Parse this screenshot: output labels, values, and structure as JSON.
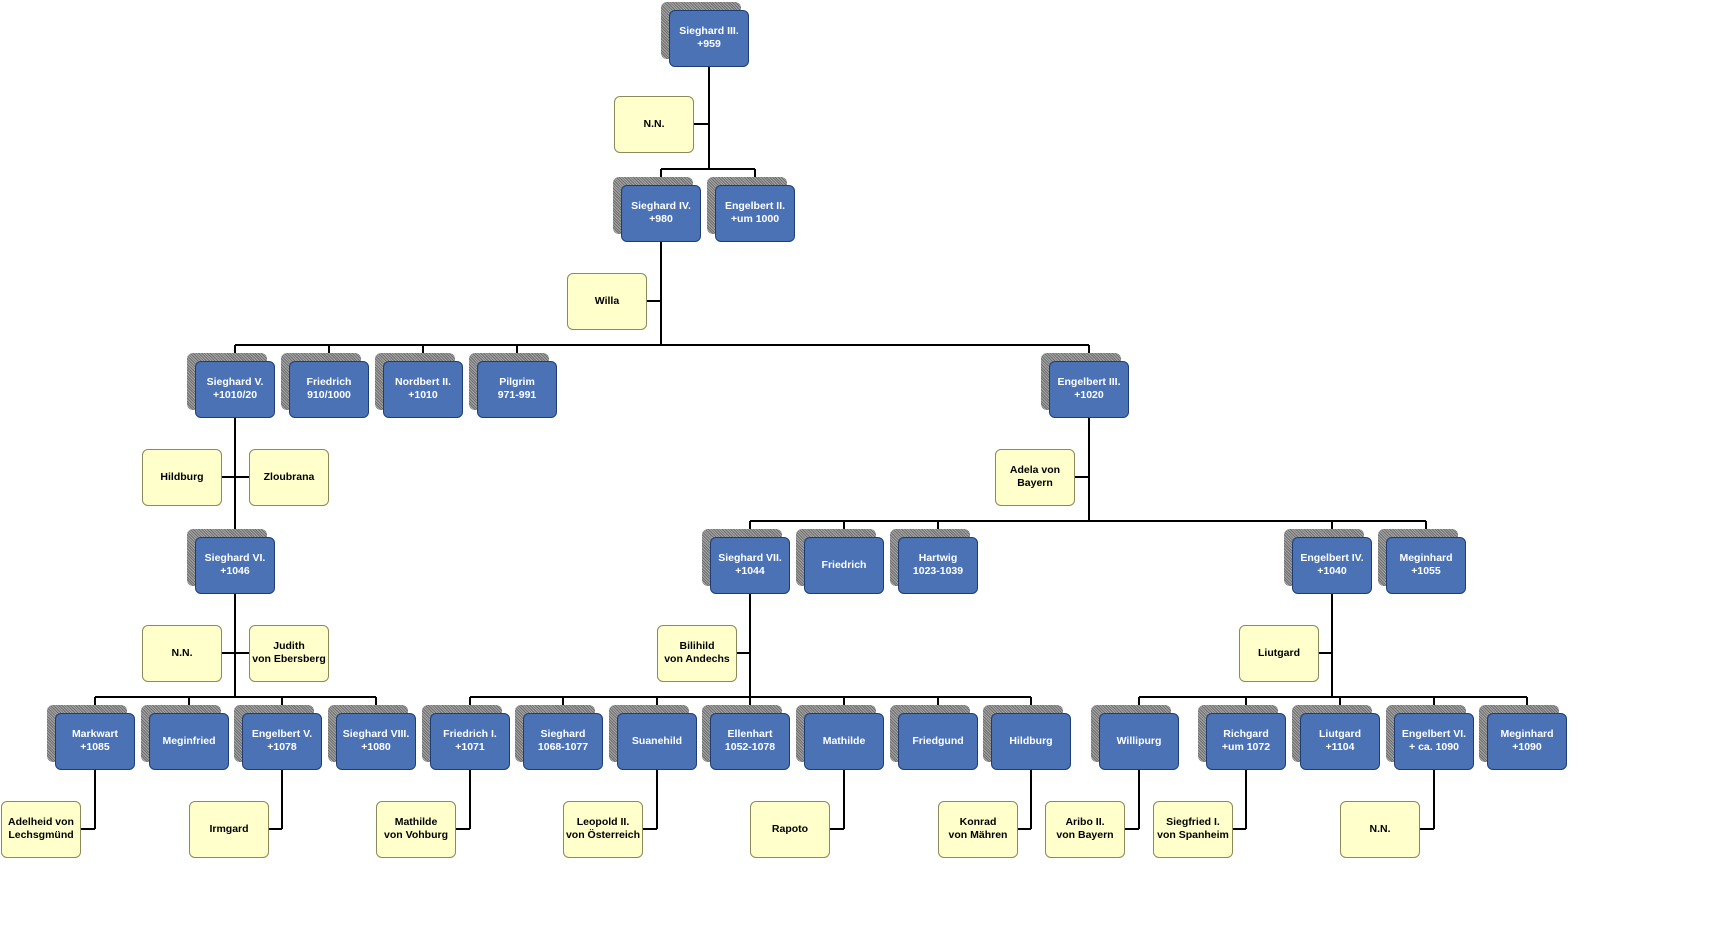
{
  "diagram": {
    "persons": [
      {
        "id": "p1",
        "label": "Sieghard III.\n+959"
      },
      {
        "id": "p2",
        "label": "Sieghard IV.\n+980"
      },
      {
        "id": "p3",
        "label": "Engelbert II.\n+um 1000"
      },
      {
        "id": "p4",
        "label": "Sieghard V.\n+1010/20"
      },
      {
        "id": "p5",
        "label": "Friedrich\n910/1000"
      },
      {
        "id": "p6",
        "label": "Nordbert II.\n+1010"
      },
      {
        "id": "p7",
        "label": "Pilgrim\n971-991"
      },
      {
        "id": "p8",
        "label": "Engelbert III.\n+1020"
      },
      {
        "id": "p9",
        "label": "Sieghard VI.\n+1046"
      },
      {
        "id": "p10",
        "label": "Sieghard VII.\n+1044"
      },
      {
        "id": "p11",
        "label": "Friedrich"
      },
      {
        "id": "p12",
        "label": "Hartwig\n1023-1039"
      },
      {
        "id": "p13",
        "label": "Engelbert IV.\n+1040"
      },
      {
        "id": "p14",
        "label": "Meginhard\n+1055"
      },
      {
        "id": "p15",
        "label": "Markwart\n+1085"
      },
      {
        "id": "p16",
        "label": "Meginfried"
      },
      {
        "id": "p17",
        "label": "Engelbert V.\n+1078"
      },
      {
        "id": "p18",
        "label": "Sieghard VIII.\n+1080"
      },
      {
        "id": "p19",
        "label": "Friedrich I.\n+1071"
      },
      {
        "id": "p20",
        "label": "Sieghard\n1068-1077"
      },
      {
        "id": "p21",
        "label": "Suanehild"
      },
      {
        "id": "p22",
        "label": "Ellenhart\n1052-1078"
      },
      {
        "id": "p23",
        "label": "Mathilde"
      },
      {
        "id": "p24",
        "label": "Friedgund"
      },
      {
        "id": "p25",
        "label": "Hildburg"
      },
      {
        "id": "p26",
        "label": "Willipurg"
      },
      {
        "id": "p27",
        "label": "Richgard\n+um 1072"
      },
      {
        "id": "p28",
        "label": "Liutgard\n+1104"
      },
      {
        "id": "p29",
        "label": "Engelbert VI.\n+ ca. 1090"
      },
      {
        "id": "p30",
        "label": "Meginhard\n+1090"
      }
    ],
    "spouses": [
      {
        "id": "s1",
        "label": "N.N."
      },
      {
        "id": "s2",
        "label": "Willa"
      },
      {
        "id": "s3",
        "label": "Hildburg"
      },
      {
        "id": "s4",
        "label": "Zloubrana"
      },
      {
        "id": "s5",
        "label": "Adela von\nBayern"
      },
      {
        "id": "s6",
        "label": "N.N."
      },
      {
        "id": "s7",
        "label": "Judith\nvon Ebersberg"
      },
      {
        "id": "s8",
        "label": "Bilihild\nvon Andechs"
      },
      {
        "id": "s9",
        "label": "Liutgard"
      },
      {
        "id": "s10",
        "label": "Adelheid von\nLechsgmünd"
      },
      {
        "id": "s11",
        "label": "Irmgard"
      },
      {
        "id": "s12",
        "label": "Mathilde\nvon Vohburg"
      },
      {
        "id": "s13",
        "label": "Leopold II.\nvon Österreich"
      },
      {
        "id": "s14",
        "label": "Rapoto"
      },
      {
        "id": "s15",
        "label": "Konrad\nvon Mähren"
      },
      {
        "id": "s16",
        "label": "Aribo II.\nvon Bayern"
      },
      {
        "id": "s17",
        "label": "Siegfried I.\nvon Spanheim"
      },
      {
        "id": "s18",
        "label": "N.N."
      }
    ],
    "colors": {
      "person_fill": "#4a72b5",
      "person_text": "#ffffff",
      "spouse_fill": "#ffffcc",
      "spouse_text": "#000000",
      "line": "#000000",
      "shadow": "#8c8c8c"
    }
  }
}
